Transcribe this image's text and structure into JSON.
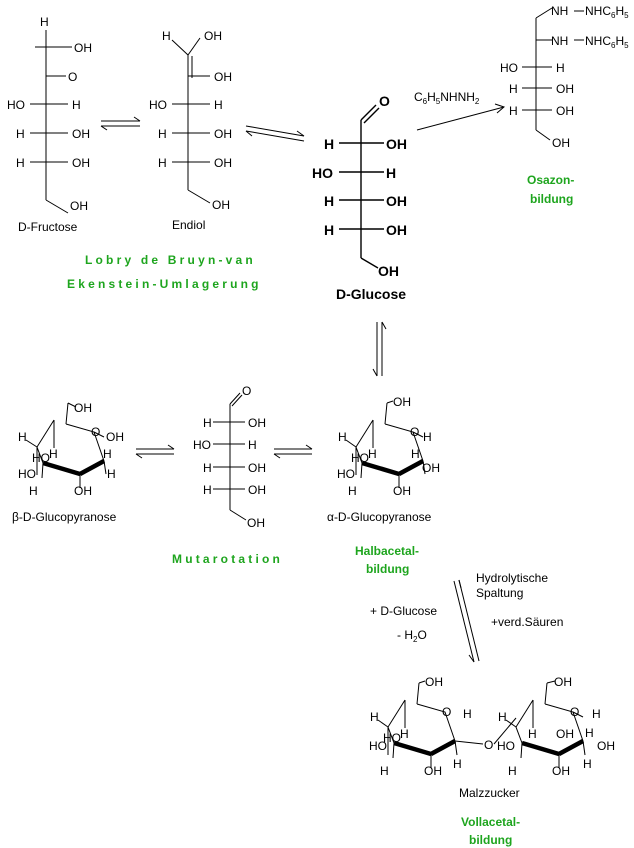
{
  "fructose": {
    "caption": "D-Fructose",
    "atoms": [
      "H",
      "OH",
      "O",
      "HO",
      "H",
      "H",
      "OH",
      "H",
      "OH",
      "OH"
    ]
  },
  "endiol": {
    "caption": "Endiol",
    "atoms": [
      "H",
      "OH",
      "OH",
      "HO",
      "H",
      "H",
      "OH",
      "H",
      "OH",
      "OH"
    ]
  },
  "glucose": {
    "caption": "D-Glucose",
    "atoms": [
      "O",
      "H",
      "OH",
      "HO",
      "H",
      "H",
      "OH",
      "H",
      "OH",
      "OH"
    ]
  },
  "osazone": {
    "reagent_main": "C",
    "reagent_sub1": "6",
    "reagent_mid": "H",
    "reagent_sub2": "5",
    "reagent_tail": "NHNH",
    "reagent_sub3": "2",
    "nh_prefix": "NH",
    "nh_group": "NHC",
    "nh_sub1": "6",
    "nh_h": "H",
    "nh_sub2": "5",
    "atoms": [
      "HO",
      "H",
      "H",
      "OH",
      "H",
      "OH",
      "OH"
    ],
    "label_line1": "Osazon-",
    "label_line2": "bildung"
  },
  "lobry": {
    "line1": "Lobry de Bruyn-van",
    "line2": "Ekenstein-Umlagerung"
  },
  "beta": {
    "caption": "β-D-Glucopyranose",
    "atoms": [
      "OH",
      "H",
      "O",
      "OH",
      "H",
      "HO",
      "HO",
      "H",
      "H",
      "OH",
      "H"
    ]
  },
  "open_small": {
    "atoms": [
      "O",
      "H",
      "OH",
      "HO",
      "H",
      "H",
      "OH",
      "H",
      "OH",
      "OH"
    ]
  },
  "alpha": {
    "caption": "α-D-Glucopyranose",
    "atoms": [
      "OH",
      "H",
      "O",
      "H",
      "H",
      "HO",
      "HO",
      "H",
      "OH",
      "H",
      "OH"
    ]
  },
  "mutarotation": {
    "text": "Mutarotation"
  },
  "halbacetal": {
    "line1": "Halbacetal-",
    "line2": "bildung"
  },
  "hydrolysis": {
    "line1": "Hydrolytische",
    "line2": "Spaltung",
    "acids": "+verd.Säuren",
    "plus_glucose": "+ D-Glucose",
    "minus_water_a": "- H",
    "minus_water_sub": "2",
    "minus_water_b": "O"
  },
  "maltose": {
    "caption": "Malzzucker",
    "atoms": [
      "OH",
      "H",
      "O",
      "H",
      "H",
      "HO",
      "HO",
      "H",
      "OH",
      "H",
      "O",
      "OH",
      "H",
      "O",
      "H",
      "H",
      "OH",
      "H",
      "HO",
      "H",
      "OH",
      "H",
      "OH"
    ],
    "label_line1": "Vollacetal-",
    "label_line2": "bildung"
  },
  "colors": {
    "green": "#1ea51e"
  }
}
